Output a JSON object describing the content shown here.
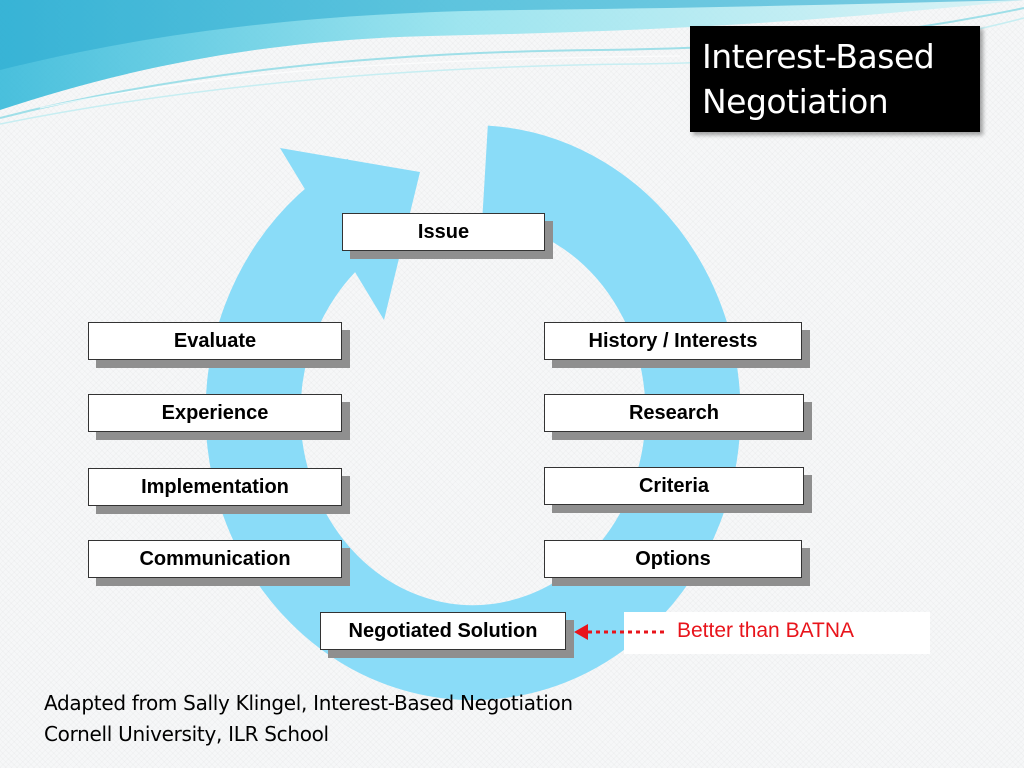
{
  "title": {
    "line1": "Interest-Based",
    "line2": "Negotiation"
  },
  "nodes": {
    "issue": "Issue",
    "evaluate": "Evaluate",
    "experience": "Experience",
    "implementation": "Implementation",
    "communication": "Communication",
    "history": "History / Interests",
    "research": "Research",
    "criteria": "Criteria",
    "options": "Options",
    "solution": "Negotiated Solution"
  },
  "annotation": {
    "text": "Better than BATNA",
    "color": "#e8141b"
  },
  "caption": {
    "line1": "Adapted from Sally Klingel, Interest-Based Negotiation",
    "line2": "Cornell University, ILR School"
  },
  "colors": {
    "cycle_arrow": "#8adcf8",
    "title_background": "#000000",
    "header_wave": "#5ed0e6"
  },
  "icons": [
    "circular-cycle-arrow",
    "dotted-left-arrow"
  ]
}
